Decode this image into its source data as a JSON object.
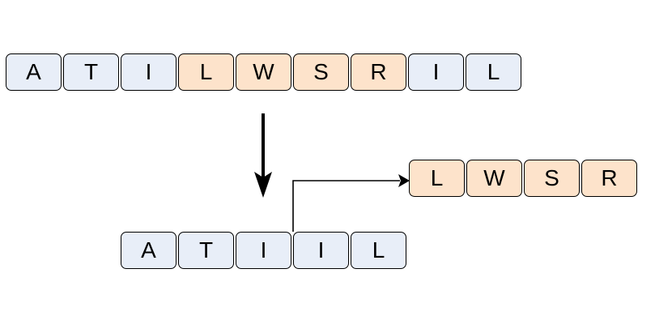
{
  "colors": {
    "blue_cell": "#e8eef8",
    "orange_cell": "#fde3cb",
    "stroke": "#000000"
  },
  "top_row": [
    {
      "letter": "A",
      "kind": "blue"
    },
    {
      "letter": "T",
      "kind": "blue"
    },
    {
      "letter": "I",
      "kind": "blue"
    },
    {
      "letter": "L",
      "kind": "orange"
    },
    {
      "letter": "W",
      "kind": "orange"
    },
    {
      "letter": "S",
      "kind": "orange"
    },
    {
      "letter": "R",
      "kind": "orange"
    },
    {
      "letter": "I",
      "kind": "blue"
    },
    {
      "letter": "L",
      "kind": "blue"
    }
  ],
  "bottom_row": [
    {
      "letter": "A",
      "kind": "blue"
    },
    {
      "letter": "T",
      "kind": "blue"
    },
    {
      "letter": "I",
      "kind": "blue"
    },
    {
      "letter": "I",
      "kind": "blue"
    },
    {
      "letter": "L",
      "kind": "blue"
    }
  ],
  "extracted_row": [
    {
      "letter": "L",
      "kind": "orange"
    },
    {
      "letter": "W",
      "kind": "orange"
    },
    {
      "letter": "S",
      "kind": "orange"
    },
    {
      "letter": "R",
      "kind": "orange"
    }
  ]
}
